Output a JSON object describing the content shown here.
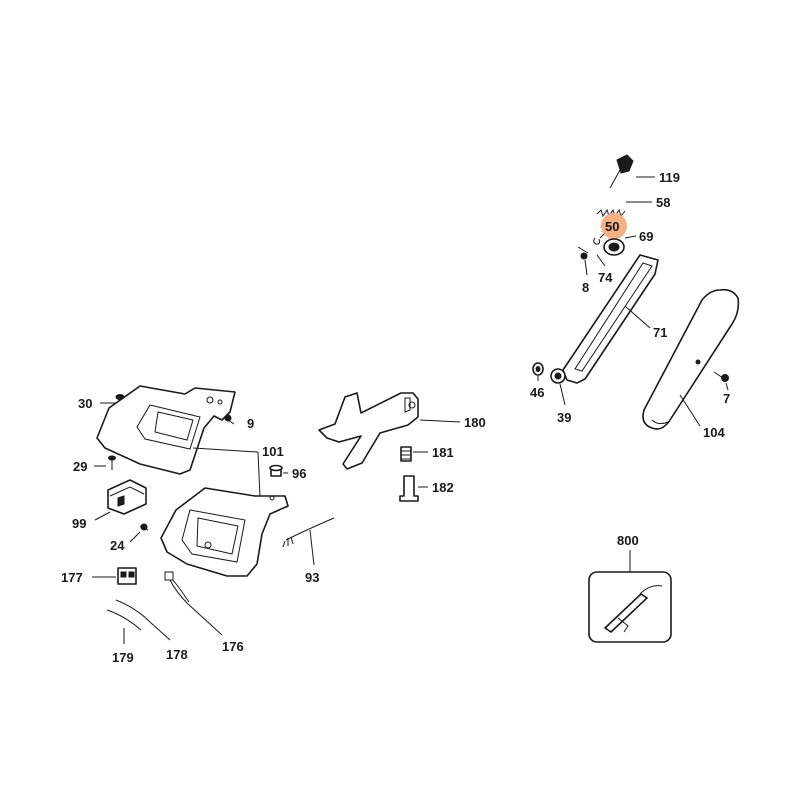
{
  "colors": {
    "highlight": "#f4b183",
    "ink": "#1a1a1a",
    "background": "#ffffff"
  },
  "callouts": {
    "p119": "119",
    "p58": "58",
    "p50": "50",
    "p69": "69",
    "p74": "74",
    "p8": "8",
    "p71": "71",
    "p46": "46",
    "p39": "39",
    "p7": "7",
    "p104": "104",
    "p30": "30",
    "p9": "9",
    "p101": "101",
    "p180": "180",
    "p29": "29",
    "p96": "96",
    "p181": "181",
    "p99": "99",
    "p182": "182",
    "p24": "24",
    "p93": "93",
    "p177": "177",
    "p176": "176",
    "p179": "179",
    "p178": "178",
    "p800": "800"
  },
  "highlighted_part": "50"
}
